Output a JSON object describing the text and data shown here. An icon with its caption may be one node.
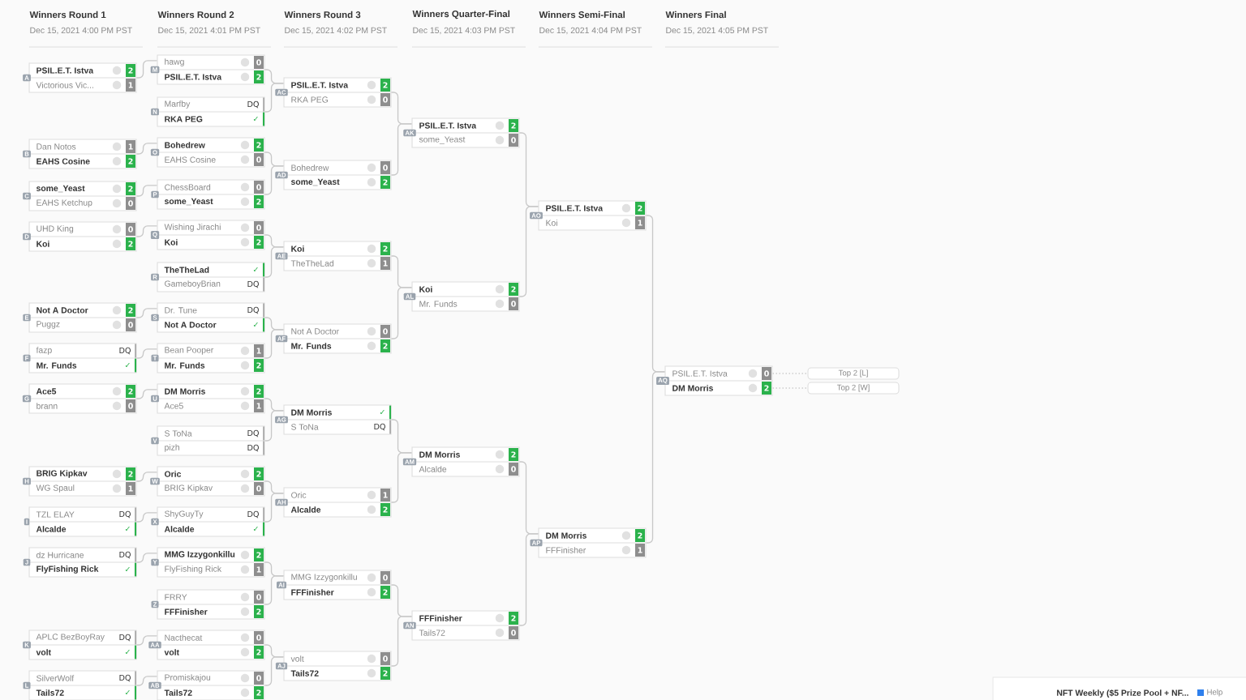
{
  "diagram": {
    "nodes": [
      {
        "text": [
          "A",
          "PSIL.E.T. Istva",
          "2",
          "Victorious Vic...",
          "1"
        ]
      },
      {
        "text": [
          "B",
          "Dan Notos",
          "1",
          "EAHS Cosine",
          "2"
        ]
      },
      {
        "text": [
          "C",
          "some_Yeast",
          "2",
          "EAHS Ketchup",
          "0"
        ]
      },
      {
        "text": [
          "D",
          "UHD King",
          "0",
          "Koi",
          "2"
        ]
      },
      {
        "text": [
          "E",
          "Not A Doctor",
          "2",
          "Puggz",
          "0"
        ]
      },
      {
        "text": [
          "F",
          "fazp",
          "DQ",
          "Mr. Funds",
          "✓"
        ]
      },
      {
        "text": [
          "G",
          "Ace5",
          "2",
          "brann",
          "0"
        ]
      },
      {
        "text": [
          "H",
          "BRIG Kipkav",
          "2",
          "WG Spaul",
          "1"
        ]
      },
      {
        "text": [
          "I",
          "TZL ELAY",
          "DQ",
          "Alcalde",
          "✓"
        ]
      },
      {
        "text": [
          "J",
          "dz Hurricane",
          "DQ",
          "FlyFishing Rick",
          "✓"
        ]
      },
      {
        "text": [
          "K",
          "APLC BezBoyRay",
          "DQ",
          "volt",
          "✓"
        ]
      },
      {
        "text": [
          "L",
          "SilverWolf",
          "DQ",
          "Tails72",
          "✓"
        ]
      },
      {
        "text": [
          "M",
          "hawg",
          "0",
          "PSIL.E.T. Istva",
          "2"
        ]
      },
      {
        "text": [
          "N",
          "Marfby",
          "DQ",
          "RKA PEG",
          "✓"
        ]
      },
      {
        "text": [
          "O",
          "Bohedrew",
          "2",
          "EAHS Cosine",
          "0"
        ]
      },
      {
        "text": [
          "P",
          "ChessBoard",
          "0",
          "some_Yeast",
          "2"
        ]
      },
      {
        "text": [
          "Q",
          "Wishing Jirachi",
          "0",
          "Koi",
          "2"
        ]
      },
      {
        "text": [
          "R",
          "TheTheLad",
          "✓",
          "GameboyBrian",
          "DQ"
        ]
      },
      {
        "text": [
          "S",
          "Dr. Tune",
          "DQ",
          "Not A Doctor",
          "✓"
        ]
      },
      {
        "text": [
          "T",
          "Bean Pooper",
          "1",
          "Mr. Funds",
          "2"
        ]
      },
      {
        "text": [
          "U",
          "DM Morris",
          "2",
          "Ace5",
          "1"
        ]
      },
      {
        "text": [
          "V",
          "S ToNa",
          "DQ",
          "pizh",
          "DQ"
        ]
      },
      {
        "text": [
          "W",
          "Oric",
          "2",
          "BRIG Kipkav",
          "0"
        ]
      },
      {
        "text": [
          "X",
          "ShyGuyTy",
          "DQ",
          "Alcalde",
          "✓"
        ]
      },
      {
        "text": [
          "Y",
          "MMG Izzygonkillu",
          "2",
          "FlyFishing Rick",
          "1"
        ]
      },
      {
        "text": [
          "Z",
          "FRRY",
          "0",
          "FFFinisher",
          "2"
        ]
      },
      {
        "text": [
          "AA",
          "Nacthecat",
          "0",
          "volt",
          "2"
        ]
      },
      {
        "text": [
          "AB",
          "Promiskajou",
          "0",
          "Tails72",
          "2"
        ]
      },
      {
        "text": [
          "AC",
          "PSIL.E.T. Istva",
          "2",
          "RKA PEG",
          "0"
        ]
      },
      {
        "text": [
          "AD",
          "Bohedrew",
          "0",
          "some_Yeast",
          "2"
        ]
      },
      {
        "text": [
          "AE",
          "Koi",
          "2",
          "TheTheLad",
          "1"
        ]
      },
      {
        "text": [
          "AF",
          "Not A Doctor",
          "0",
          "Mr. Funds",
          "2"
        ]
      },
      {
        "text": [
          "AG",
          "DM Morris",
          "✓",
          "S ToNa",
          "DQ"
        ]
      },
      {
        "text": [
          "AH",
          "Oric",
          "1",
          "Alcalde",
          "2"
        ]
      },
      {
        "text": [
          "AI",
          "MMG Izzygonkillu",
          "0",
          "FFFinisher",
          "2"
        ]
      },
      {
        "text": [
          "AJ",
          "volt",
          "0",
          "Tails72",
          "2"
        ]
      },
      {
        "text": [
          "AK",
          "PSIL.E.T. Istva",
          "2",
          "some_Yeast",
          "0"
        ]
      },
      {
        "text": [
          "AL",
          "Koi",
          "2",
          "Mr. Funds",
          "0"
        ]
      },
      {
        "text": [
          "AM",
          "DM Morris",
          "2",
          "Alcalde",
          "0"
        ]
      },
      {
        "text": [
          "AN",
          "FFFinisher",
          "2",
          "Tails72",
          "0"
        ]
      },
      {
        "text": [
          "AO",
          "PSIL.E.T. Istva",
          "2",
          "Koi",
          "1"
        ]
      },
      {
        "text": [
          "AP",
          "DM Morris",
          "2",
          "FFFinisher",
          "1"
        ]
      },
      {
        "text": [
          "AQ",
          "PSIL.E.T. Istva",
          "0",
          "DM Morris",
          "2"
        ]
      },
      {
        "text": [
          "Top 2 [L]"
        ]
      },
      {
        "text": [
          "Top 2 [W]"
        ]
      }
    ],
    "edges": [
      {
        "from": 0,
        "to": 12,
        "arrow": "none"
      },
      {
        "from": 1,
        "to": 14,
        "arrow": "none"
      },
      {
        "from": 2,
        "to": 15,
        "arrow": "none"
      },
      {
        "from": 3,
        "to": 16,
        "arrow": "none"
      },
      {
        "from": 4,
        "to": 18,
        "arrow": "none"
      },
      {
        "from": 5,
        "to": 19,
        "arrow": "none"
      },
      {
        "from": 6,
        "to": 20,
        "arrow": "none"
      },
      {
        "from": 7,
        "to": 22,
        "arrow": "none"
      },
      {
        "from": 8,
        "to": 23,
        "arrow": "none"
      },
      {
        "from": 9,
        "to": 24,
        "arrow": "none"
      },
      {
        "from": 10,
        "to": 26,
        "arrow": "none"
      },
      {
        "from": 11,
        "to": 27,
        "arrow": "none"
      },
      {
        "from": 12,
        "to": 28,
        "arrow": "none"
      },
      {
        "from": 13,
        "to": 28,
        "arrow": "none"
      },
      {
        "from": 14,
        "to": 29,
        "arrow": "none"
      },
      {
        "from": 15,
        "to": 29,
        "arrow": "none"
      },
      {
        "from": 16,
        "to": 30,
        "arrow": "none"
      },
      {
        "from": 17,
        "to": 30,
        "arrow": "none"
      },
      {
        "from": 18,
        "to": 31,
        "arrow": "none"
      },
      {
        "from": 19,
        "to": 31,
        "arrow": "none"
      },
      {
        "from": 20,
        "to": 32,
        "arrow": "none"
      },
      {
        "from": 21,
        "to": 32,
        "arrow": "none"
      },
      {
        "from": 22,
        "to": 33,
        "arrow": "none"
      },
      {
        "from": 23,
        "to": 33,
        "arrow": "none"
      },
      {
        "from": 24,
        "to": 34,
        "arrow": "none"
      },
      {
        "from": 25,
        "to": 34,
        "arrow": "none"
      },
      {
        "from": 26,
        "to": 35,
        "arrow": "none"
      },
      {
        "from": 27,
        "to": 35,
        "arrow": "none"
      },
      {
        "from": 28,
        "to": 36,
        "arrow": "none"
      },
      {
        "from": 29,
        "to": 36,
        "arrow": "none"
      },
      {
        "from": 30,
        "to": 37,
        "arrow": "none"
      },
      {
        "from": 31,
        "to": 37,
        "arrow": "none"
      },
      {
        "from": 32,
        "to": 38,
        "arrow": "none"
      },
      {
        "from": 33,
        "to": 38,
        "arrow": "none"
      },
      {
        "from": 34,
        "to": 39,
        "arrow": "none"
      },
      {
        "from": 35,
        "to": 39,
        "arrow": "none"
      },
      {
        "from": 36,
        "to": 40,
        "arrow": "none"
      },
      {
        "from": 37,
        "to": 40,
        "arrow": "none"
      },
      {
        "from": 38,
        "to": 41,
        "arrow": "none"
      },
      {
        "from": 39,
        "to": 41,
        "arrow": "none"
      },
      {
        "from": 40,
        "to": 42,
        "arrow": "none"
      },
      {
        "from": 41,
        "to": 42,
        "arrow": "none"
      },
      {
        "from": 42,
        "to": 43,
        "arrow": "none",
        "style": "dashed"
      },
      {
        "from": 42,
        "to": 44,
        "arrow": "none",
        "style": "dashed"
      }
    ],
    "labels": [
      "Winners Round 1",
      "Dec 15, 2021 4:00 PM PST",
      "Winners Round 2",
      "Dec 15, 2021 4:01 PM PST",
      "Winners Round 3",
      "Dec 15, 2021 4:02 PM PST",
      "Winners Quarter-Final",
      "Dec 15, 2021 4:03 PM PST",
      "Winners Semi-Final",
      "Dec 15, 2021 4:04 PM PST",
      "Winners Final",
      "Dec 15, 2021 4:05 PM PST",
      "NFT Weekly ($5 Prize Pool + NF...",
      "Help"
    ]
  }
}
